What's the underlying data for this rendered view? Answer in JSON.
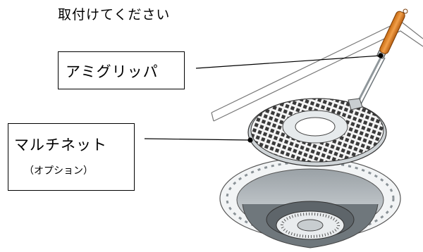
{
  "figure": {
    "instruction": "取付けてください",
    "callouts": [
      {
        "label": "アミグリッパ"
      },
      {
        "label": "マルチネット",
        "sublabel": "（オプション）"
      }
    ]
  },
  "colors": {
    "line": "#000000",
    "handle": "#e48a26",
    "metal": "#d8dde0",
    "grate_bg": "#3a3a3a"
  }
}
